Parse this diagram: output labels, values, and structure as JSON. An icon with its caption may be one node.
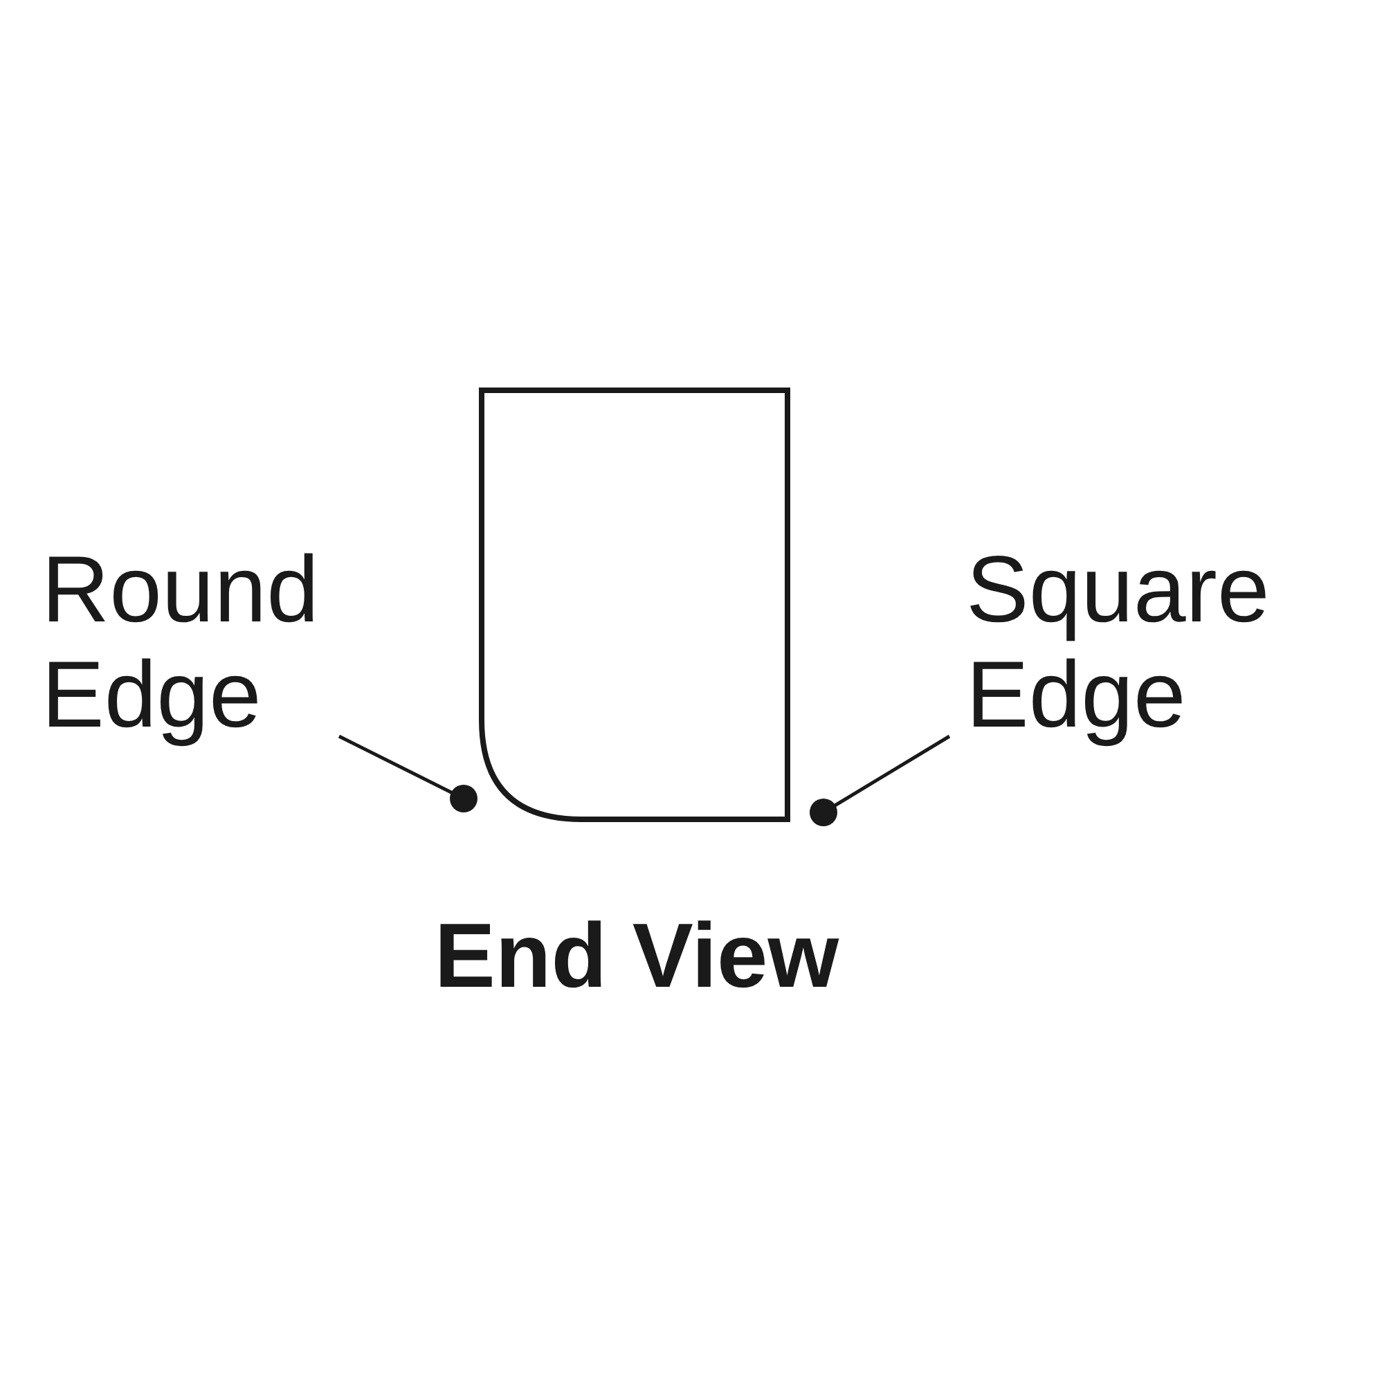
{
  "diagram": {
    "caption": "End View",
    "nodes": [
      {
        "text": [
          "Round Edge"
        ]
      },
      {
        "text": [],
        "shape": "box"
      },
      {
        "text": [
          "Square Edge"
        ]
      }
    ],
    "edges": [
      {
        "from": 0,
        "to": 1,
        "arrow": "other"
      },
      {
        "from": 2,
        "to": 1,
        "arrow": "other"
      }
    ]
  }
}
